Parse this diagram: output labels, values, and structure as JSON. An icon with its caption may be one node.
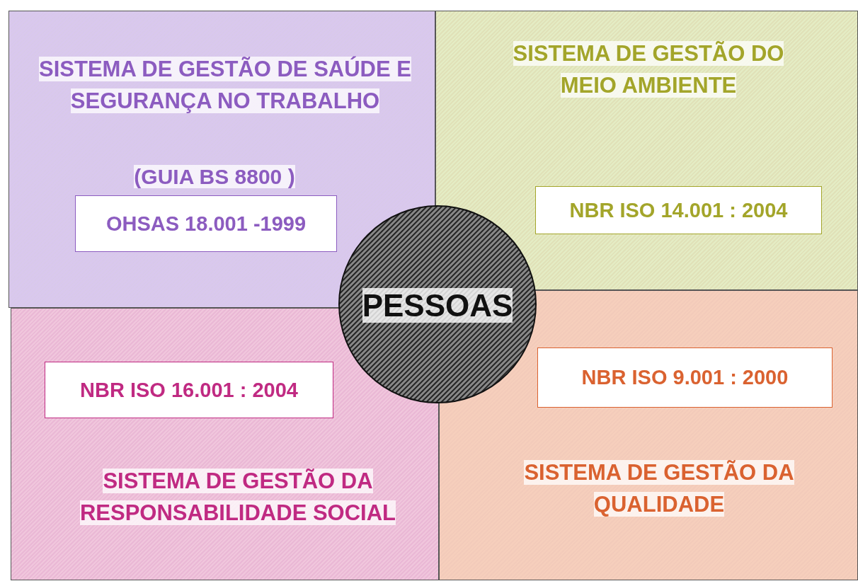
{
  "diagram": {
    "nodes": [
      {
        "text": [
          "SISTEMA DE GESTÃO DE SAÚDE E SEGURANÇA NO TRABALHO",
          "(GUIA BS 8800 )"
        ]
      },
      {
        "text": [
          "OHSAS 18.001 -1999"
        ],
        "in": 0
      },
      {
        "text": [
          "SISTEMA DE GESTÃO DO MEIO AMBIENTE"
        ]
      },
      {
        "text": [
          "NBR ISO 14.001 : 2004"
        ],
        "in": 2
      },
      {
        "text": [
          "SISTEMA DE GESTÃO DA RESPONSABILIDADE SOCIAL"
        ]
      },
      {
        "text": [
          "NBR ISO 16.001 : 2004"
        ],
        "in": 4
      },
      {
        "text": [
          "SISTEMA DE GESTÃO DA QUALIDADE"
        ]
      },
      {
        "text": [
          "NBR ISO 9.001 : 2000"
        ],
        "in": 6
      },
      {
        "text": [
          "PESSOAS"
        ]
      }
    ]
  }
}
